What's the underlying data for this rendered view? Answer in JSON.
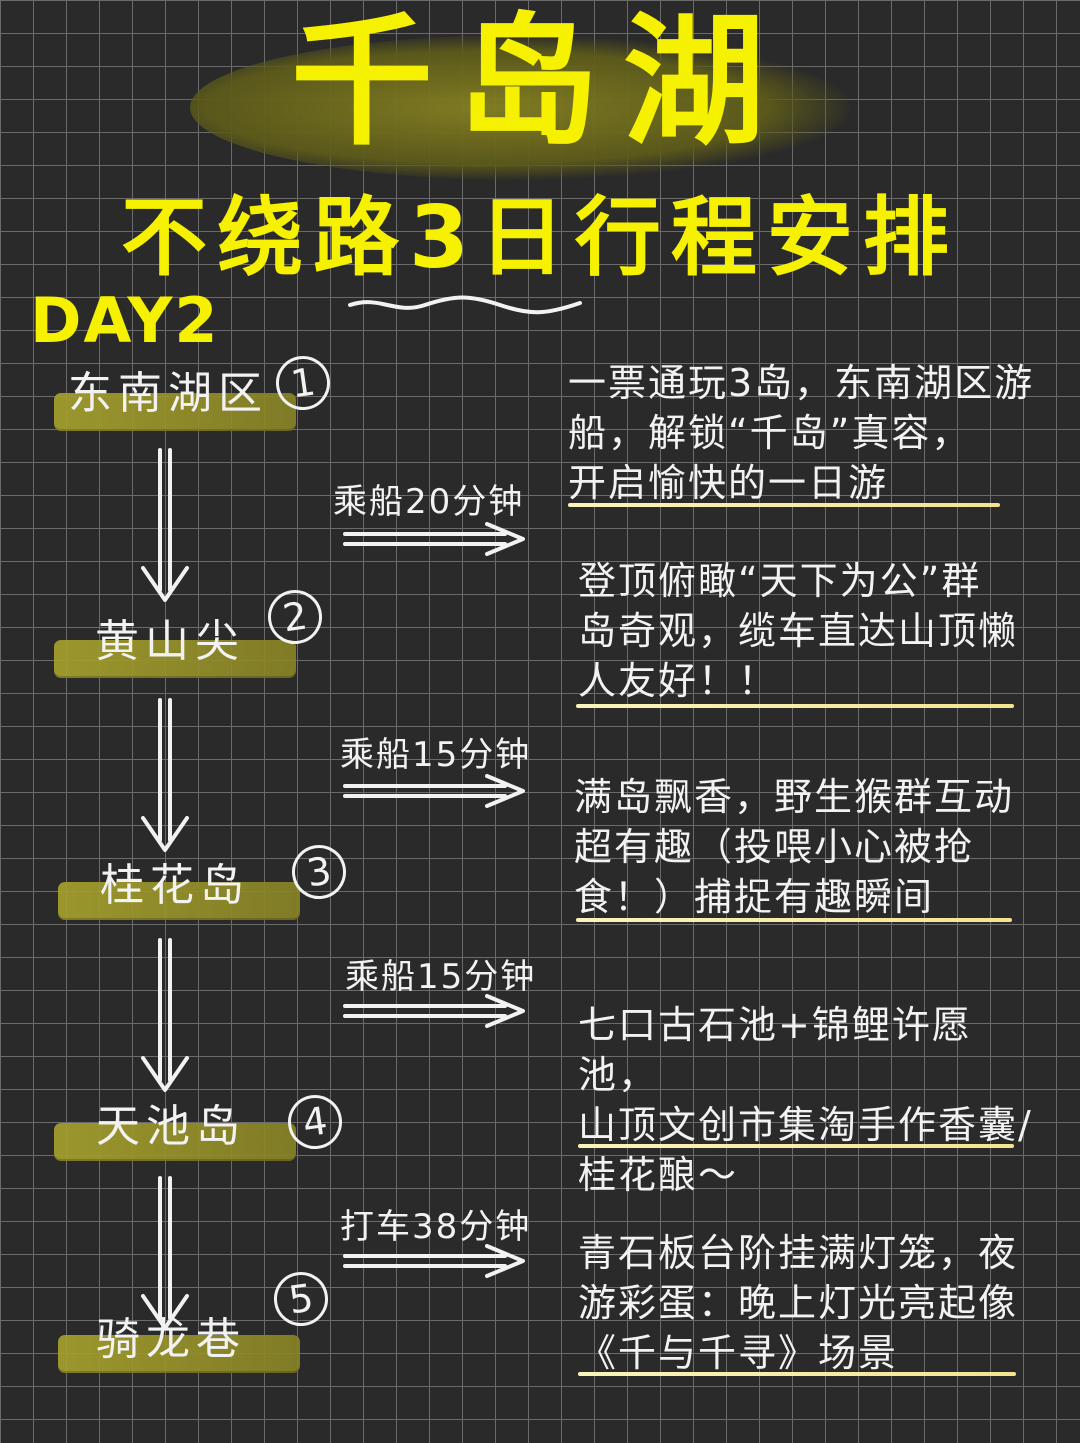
{
  "header": {
    "title": "千岛湖",
    "subtitle": "不绕路3日行程安排",
    "day_label": "DAY2"
  },
  "stops": [
    {
      "num": "1",
      "name": "东南湖区"
    },
    {
      "num": "2",
      "name": "黄山尖"
    },
    {
      "num": "3",
      "name": "桂花岛"
    },
    {
      "num": "4",
      "name": "天池岛"
    },
    {
      "num": "5",
      "name": "骑龙巷"
    }
  ],
  "routes": [
    {
      "label": "乘船20分钟"
    },
    {
      "label": "乘船15分钟"
    },
    {
      "label": "乘船15分钟"
    },
    {
      "label": "打车38分钟"
    }
  ],
  "descriptions": [
    {
      "text": "一票通玩3岛，东南湖区游\n船，解锁“千岛”真容，\n开启愉快的一日游"
    },
    {
      "text": "登顶俯瞰“天下为公”群\n岛奇观，缆车直达山顶懒\n人友好！！"
    },
    {
      "text": "满岛飘香，野生猴群互动\n超有趣（投喂小心被抢\n食！）捕捉有趣瞬间"
    },
    {
      "text": "七口古石池+锦鲤许愿池，\n山顶文创市集淘手作香囊/\n桂花酿～"
    },
    {
      "text": "青石板台阶挂满灯笼，夜\n游彩蛋：晚上灯光亮起像\n《千与千寻》场景"
    }
  ]
}
